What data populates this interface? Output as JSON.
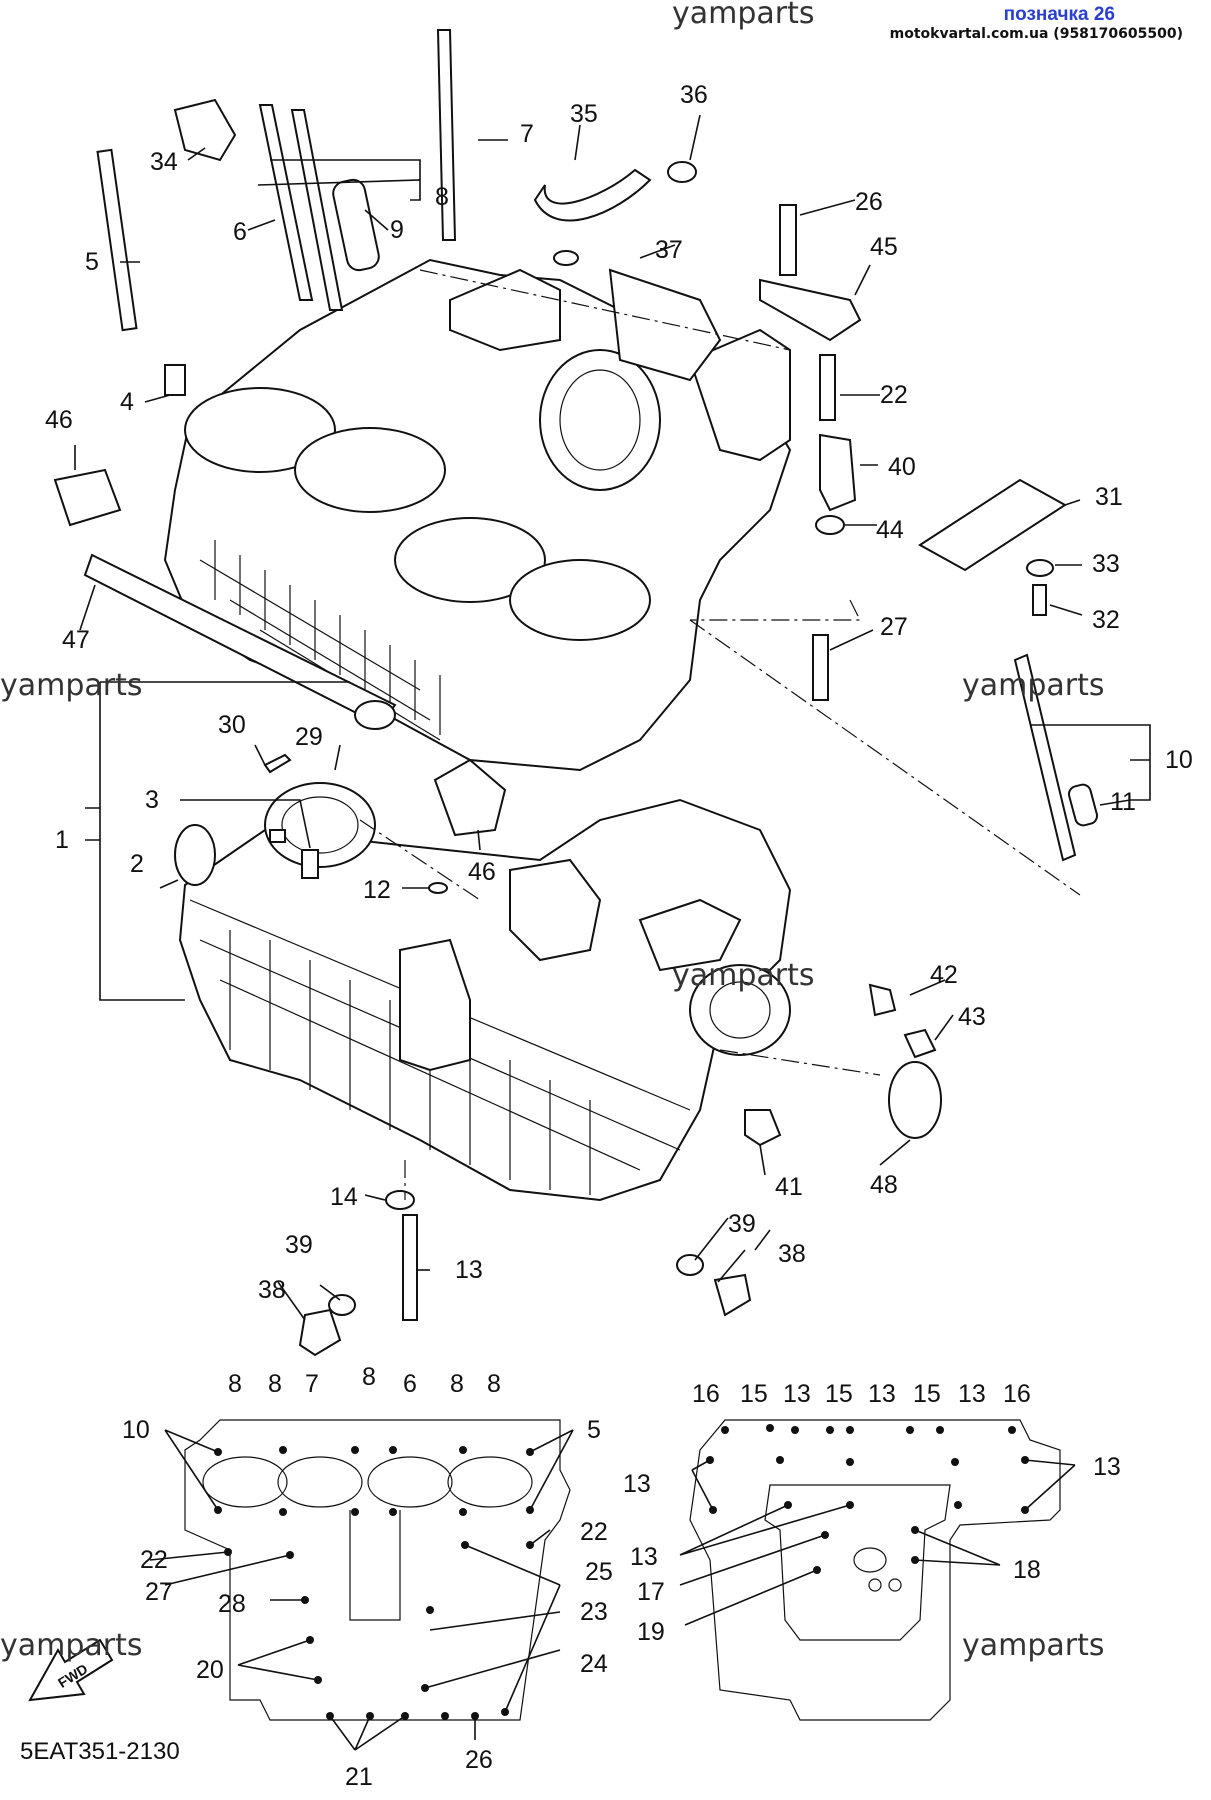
{
  "header": {
    "watermark_top": "yamparts",
    "tag_title": "позначка 26",
    "tag_site": "motokvartal.com.ua (958170605500)"
  },
  "watermarks": [
    "yamparts",
    "yamparts",
    "yamparts",
    "yamparts",
    "yamparts"
  ],
  "diagram_code": "5EAT351-2130",
  "fwd_label": "FWD",
  "callouts": {
    "c1": "1",
    "c2": "2",
    "c3": "3",
    "c4": "4",
    "c5": "5",
    "c6": "6",
    "c7": "7",
    "c8": "8",
    "c9": "9",
    "c10": "10",
    "c11": "11",
    "c12": "12",
    "c13": "13",
    "c14": "14",
    "c22": "22",
    "c26": "26",
    "c27": "27",
    "c29": "29",
    "c30": "30",
    "c31": "31",
    "c32": "32",
    "c33": "33",
    "c34": "34",
    "c35": "35",
    "c36": "36",
    "c37": "37",
    "c38a": "38",
    "c38b": "38",
    "c39a": "39",
    "c39b": "39",
    "c40": "40",
    "c41": "41",
    "c42": "42",
    "c43": "43",
    "c44": "44",
    "c45": "45",
    "c46a": "46",
    "c46b": "46",
    "c47": "47",
    "c48": "48"
  },
  "upper_inset": {
    "top": [
      "8",
      "8",
      "7",
      "8",
      "6",
      "8",
      "8"
    ],
    "left10": "10",
    "right5": "5",
    "r22": "22",
    "l22": "22",
    "l27": "27",
    "l28": "28",
    "r25": "25",
    "r23": "23",
    "r24": "24",
    "l20": "20",
    "b21": "21",
    "b26": "26"
  },
  "lower_inset": {
    "top": [
      "16",
      "15",
      "13",
      "15",
      "13",
      "15",
      "13",
      "16"
    ],
    "l13a": "13",
    "r13": "13",
    "l13b": "13",
    "l17": "17",
    "r18": "18",
    "l19": "19"
  }
}
